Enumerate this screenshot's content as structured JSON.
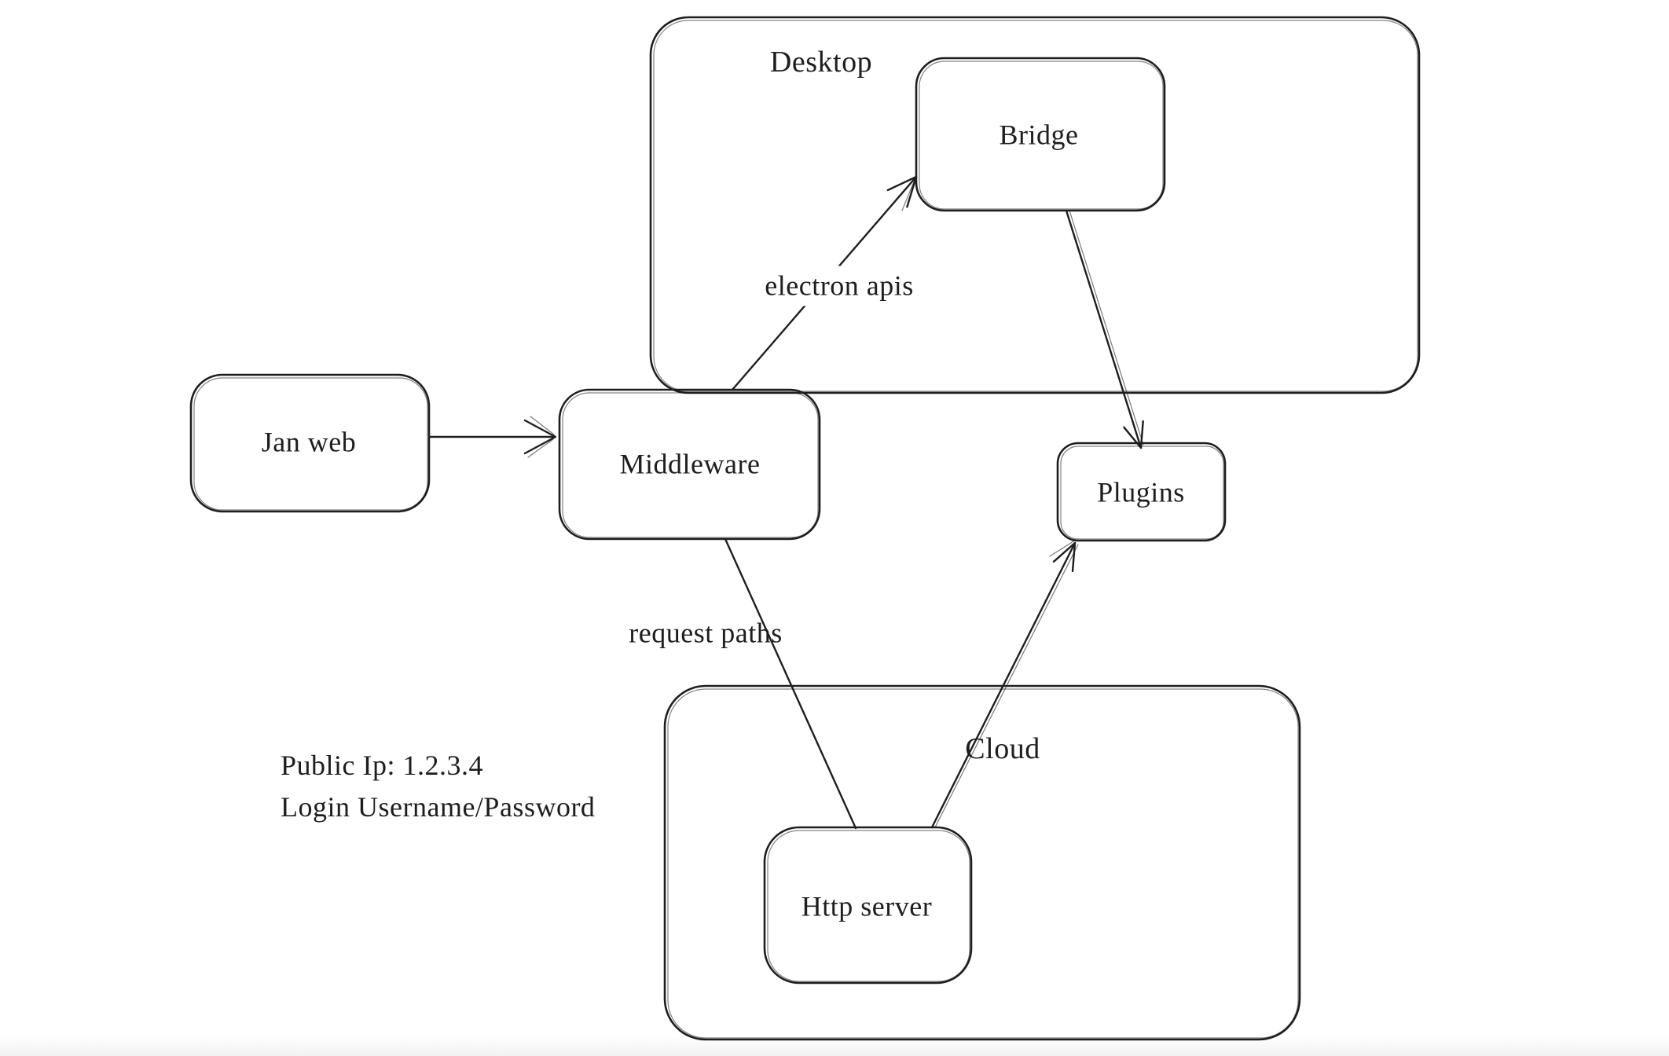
{
  "diagram": {
    "tool": "whiteboard-sketch",
    "colors": {
      "stroke": "#1e1e1e",
      "background": "#ffffff",
      "label_background": "#ffffff"
    },
    "containers": [
      {
        "id": "desktop",
        "label": "Desktop",
        "contains": [
          "bridge"
        ]
      },
      {
        "id": "cloud",
        "label": "Cloud",
        "contains": [
          "http-server"
        ]
      }
    ],
    "nodes": [
      {
        "id": "jan-web",
        "label": "Jan web"
      },
      {
        "id": "middleware",
        "label": "Middleware"
      },
      {
        "id": "bridge",
        "label": "Bridge"
      },
      {
        "id": "plugins",
        "label": "Plugins"
      },
      {
        "id": "http-server",
        "label": "Http server"
      }
    ],
    "edges": [
      {
        "from": "jan-web",
        "to": "middleware",
        "label": ""
      },
      {
        "from": "middleware",
        "to": "bridge",
        "label": "electron apis"
      },
      {
        "from": "bridge",
        "to": "plugins",
        "label": ""
      },
      {
        "from": "middleware",
        "to": "http-server",
        "label": "request paths"
      },
      {
        "from": "http-server",
        "to": "plugins",
        "label": ""
      }
    ],
    "annotation": {
      "line1": "Public Ip: 1.2.3.4",
      "line2": "Login Username/Password"
    }
  }
}
